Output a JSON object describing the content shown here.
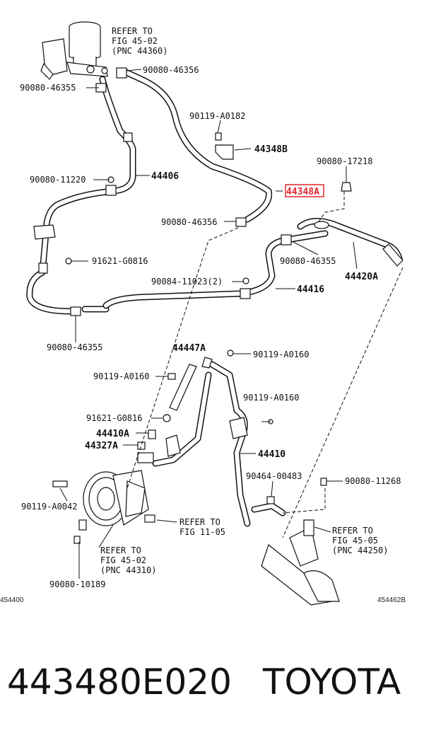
{
  "labels": {
    "refer_4502_top": [
      "REFER TO",
      "FIG 45-02",
      "(PNC 44360)"
    ],
    "p90080_46356_a": "90080-46356",
    "p90080_46355_a": "90080-46355",
    "p90119_A0182": "90119-A0182",
    "p44348B": "44348B",
    "p90080_11220": "90080-11220",
    "p44406": "44406",
    "p90080_17218": "90080-17218",
    "p44348A": "44348A",
    "p90080_46356_b": "90080-46356",
    "p91621_G0816_a": "91621-G0816",
    "p90080_46355_b": "90080-46355",
    "p44420A": "44420A",
    "p90084_11023": "90084-11023(2)",
    "p44416": "44416",
    "p90080_46355_c": "90080-46355",
    "p44447A": "44447A",
    "p90119_A0160_a": "90119-A0160",
    "p90119_A0160_b": "90119-A0160",
    "p90119_A0160_c": "90119-A0160",
    "p91621_G0816_b": "91621-G0816",
    "p44410A": "44410A",
    "p44327A": "44327A",
    "p44410": "44410",
    "p90464_00483": "90464-00483",
    "p90080_11268": "90080-11268",
    "p90119_A0042": "90119-A0042",
    "refer_1105": [
      "REFER TO",
      "FIG 11-05"
    ],
    "refer_4505": [
      "REFER TO",
      "FIG 45-05",
      "(PNC 44250)"
    ],
    "refer_4502_bottom": [
      "REFER TO",
      "FIG 45-02",
      "(PNC 44310)"
    ],
    "p90080_10189": "90080-10189",
    "code_left": "454400",
    "code_right": "454462B"
  },
  "highlight": {
    "part": "44348A",
    "color": "#e0262d"
  },
  "footer": {
    "part_number": "443480E020",
    "brand": "TOYOTA"
  }
}
